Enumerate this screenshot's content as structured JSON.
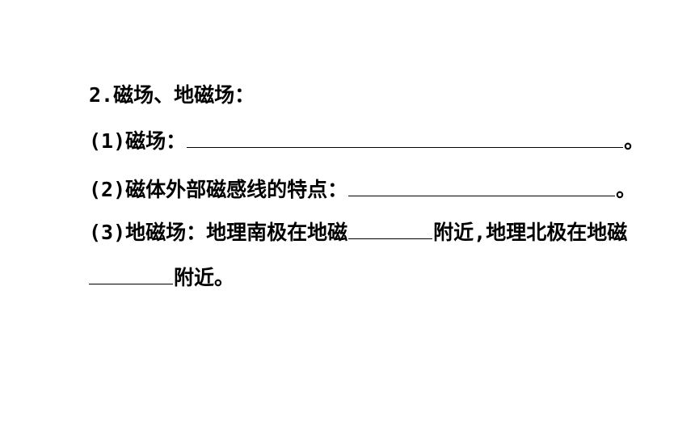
{
  "heading": "2.磁场、地磁场：",
  "item1": {
    "prefix": "(1)磁场：",
    "suffix": "。"
  },
  "item2": {
    "prefix": "(2)磁体外部磁感线的特点：",
    "suffix": "。"
  },
  "item3": {
    "prefix": "(3)地磁场：地理南极在地磁",
    "middle": "附近,地理北极在地磁",
    "end": "附近。"
  }
}
